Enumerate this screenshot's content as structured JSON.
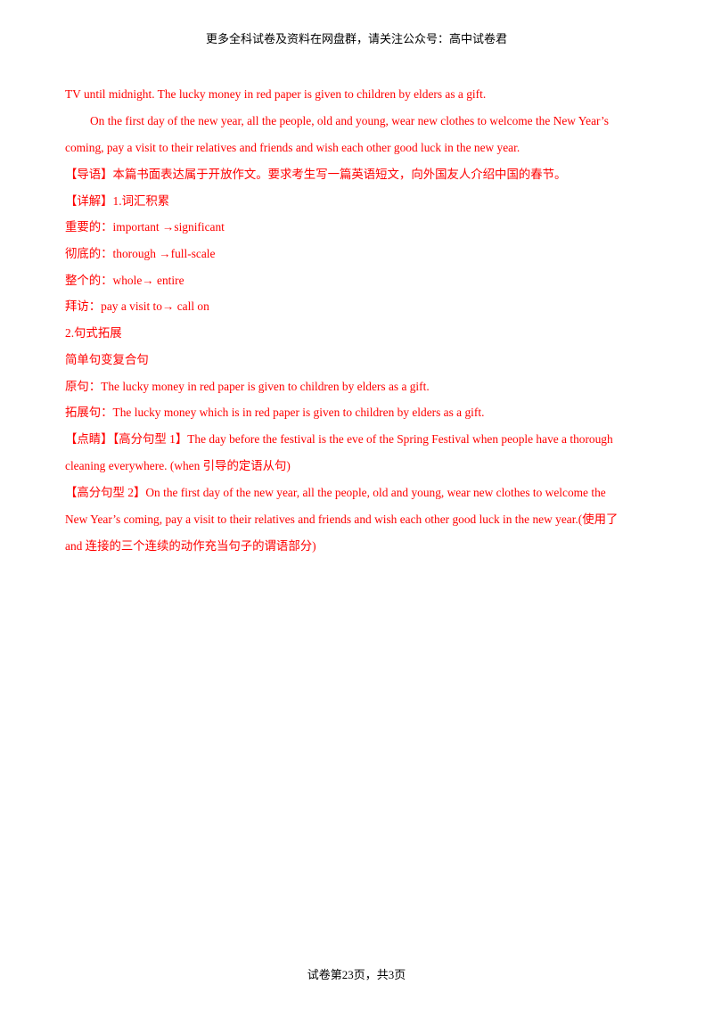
{
  "header": {
    "text": "更多全科试卷及资料在网盘群，请关注公众号：高中试卷君"
  },
  "lines": [
    "TV until midnight. The lucky money in red paper is given to children by elders as a gift.",
    "On the first day of the new year, all the people, old and young, wear new clothes to welcome the New Year’s",
    "coming, pay a visit to their relatives and friends and wish each other good luck in the new year.",
    "【导语】本篇书面表达属于开放作文。要求考生写一篇英语短文，向外国友人介绍中国的春节。",
    "【详解】1.词汇积累",
    "重要的：important →significant",
    "彻底的：thorough →full-scale",
    "整个的：whole→ entire",
    "拜访：pay a visit to→ call on",
    "2.句式拓展",
    "简单句变复合句",
    "原句：The lucky money in red paper is given to children by elders as a gift.",
    "拓展句：The lucky money which is in red paper is given to children by elders as a gift.",
    "【点睛】【高分句型 1】The day before the festival is the eve of the Spring Festival when people have a thorough",
    "cleaning everywhere. (when 引导的定语从句)",
    "【高分句型 2】On the first day of the new year, all the people, old and young, wear new clothes to welcome the",
    "New Year’s coming, pay a visit to their relatives and friends and wish each other good luck in the new year.(使用了",
    "and 连接的三个连续的动作充当句子的谓语部分)"
  ],
  "footer": {
    "text": "试卷第23页，共3页"
  },
  "colors": {
    "body_text": "#ff0000",
    "header_footer": "#000000"
  }
}
